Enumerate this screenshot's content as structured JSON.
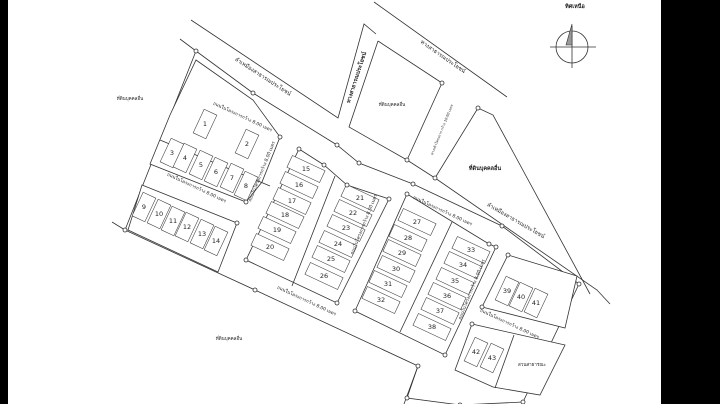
{
  "north_label": "ทิศเหนือ",
  "compass_icon": "north-arrow-icon",
  "labels": {
    "other_land": "ที่ดินบุคคลอื่น",
    "public_canal": "ลำเหมืองสาธารณประโยชน์",
    "public_way": "ทางสาธารณประโยชน์",
    "entrance_road": "ทางเข้าโครงการ กว้าง 10.00 เมตร",
    "project_road": "ถนนในโครงการกว้าง 8.00 เมตร",
    "park": "สวนสาธารณะ"
  },
  "lots": [
    "1",
    "2",
    "3",
    "4",
    "5",
    "6",
    "7",
    "8",
    "9",
    "10",
    "11",
    "12",
    "13",
    "14",
    "15",
    "16",
    "17",
    "18",
    "19",
    "20",
    "21",
    "22",
    "23",
    "24",
    "25",
    "26",
    "27",
    "28",
    "29",
    "30",
    "31",
    "32",
    "33",
    "34",
    "35",
    "36",
    "37",
    "38",
    "39",
    "40",
    "41",
    "42",
    "43"
  ]
}
